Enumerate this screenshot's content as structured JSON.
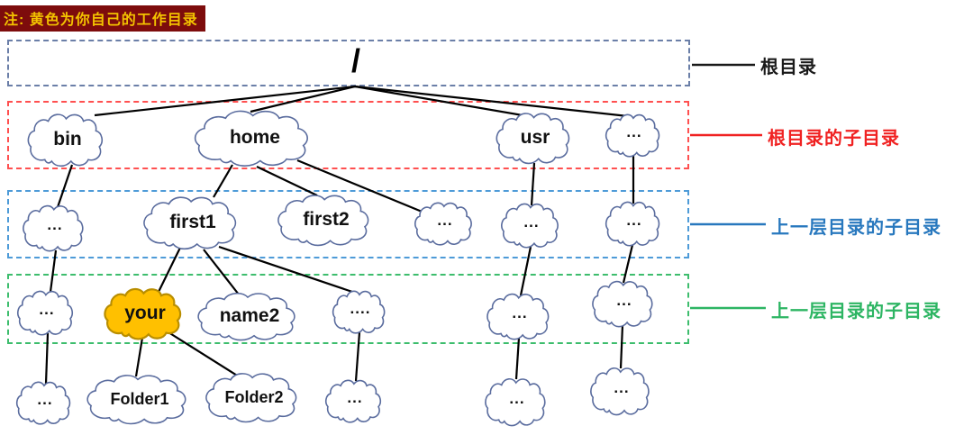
{
  "note": {
    "text": "注: 黄色为你自己的工作目录"
  },
  "root": {
    "label": "/"
  },
  "level_labels": {
    "root": "根目录",
    "level2": "根目录的子目录",
    "level3": "上一层目录的子目录",
    "level4": "上一层目录的子目录"
  },
  "nodes": [
    {
      "id": "bin",
      "label": "bin",
      "highlighted": false
    },
    {
      "id": "home",
      "label": "home",
      "highlighted": false
    },
    {
      "id": "usr",
      "label": "usr",
      "highlighted": false
    },
    {
      "id": "l2-dots",
      "label": "...",
      "highlighted": false
    },
    {
      "id": "l3-dots-a",
      "label": "...",
      "highlighted": false
    },
    {
      "id": "first1",
      "label": "first1",
      "highlighted": false
    },
    {
      "id": "first2",
      "label": "first2",
      "highlighted": false
    },
    {
      "id": "l3-dots-b",
      "label": "...",
      "highlighted": false
    },
    {
      "id": "l3-dots-c",
      "label": "...",
      "highlighted": false
    },
    {
      "id": "l3-dots-d",
      "label": "...",
      "highlighted": false
    },
    {
      "id": "l4-dots-a",
      "label": "...",
      "highlighted": false
    },
    {
      "id": "your",
      "label": "your",
      "highlighted": true
    },
    {
      "id": "name2",
      "label": "name2",
      "highlighted": false
    },
    {
      "id": "l4-dots-b",
      "label": "....",
      "highlighted": false
    },
    {
      "id": "l4-dots-c",
      "label": "...",
      "highlighted": false
    },
    {
      "id": "l4-dots-d",
      "label": "...",
      "highlighted": false
    },
    {
      "id": "l5-dots-a",
      "label": "...",
      "highlighted": false
    },
    {
      "id": "folder1",
      "label": "Folder1",
      "highlighted": false
    },
    {
      "id": "folder2",
      "label": "Folder2",
      "highlighted": false
    },
    {
      "id": "l5-dots-b",
      "label": "...",
      "highlighted": false
    },
    {
      "id": "l5-dots-c",
      "label": "...",
      "highlighted": false
    },
    {
      "id": "l5-dots-d",
      "label": "...",
      "highlighted": false
    }
  ],
  "edges": [
    [
      "/",
      "bin"
    ],
    [
      "/",
      "home"
    ],
    [
      "/",
      "usr"
    ],
    [
      "/",
      "l2-dots"
    ],
    [
      "bin",
      "l3-dots-a"
    ],
    [
      "home",
      "first1"
    ],
    [
      "home",
      "first2"
    ],
    [
      "home",
      "l3-dots-b"
    ],
    [
      "usr",
      "l3-dots-c"
    ],
    [
      "l2-dots",
      "l3-dots-d"
    ],
    [
      "l3-dots-a",
      "l4-dots-a"
    ],
    [
      "first1",
      "your"
    ],
    [
      "first1",
      "name2"
    ],
    [
      "first1",
      "l4-dots-b"
    ],
    [
      "l3-dots-c",
      "l4-dots-c"
    ],
    [
      "l3-dots-d",
      "l4-dots-d"
    ],
    [
      "l4-dots-a",
      "l5-dots-a"
    ],
    [
      "your",
      "folder1"
    ],
    [
      "your",
      "folder2"
    ],
    [
      "l4-dots-b",
      "l5-dots-b"
    ],
    [
      "l4-dots-c",
      "l5-dots-c"
    ],
    [
      "l4-dots-d",
      "l5-dots-d"
    ]
  ],
  "colors": {
    "note_bg": "#7D0C0C",
    "note_text": "#F3C300",
    "cloud_stroke": "#5A6C9E",
    "cloud_fill": "#FFFFFF",
    "highlight_fill": "#FFC000",
    "highlight_stroke": "#B98E00",
    "edge": "#000000",
    "root_box": "#6B7FA8",
    "level2_box": "#FF5050",
    "level3_box": "#4E9BD8",
    "level4_box": "#3DBD6D",
    "root_label": "#1A1A1A",
    "level2_label": "#F02222",
    "level3_label": "#2878BE",
    "level4_label": "#2DB563"
  }
}
